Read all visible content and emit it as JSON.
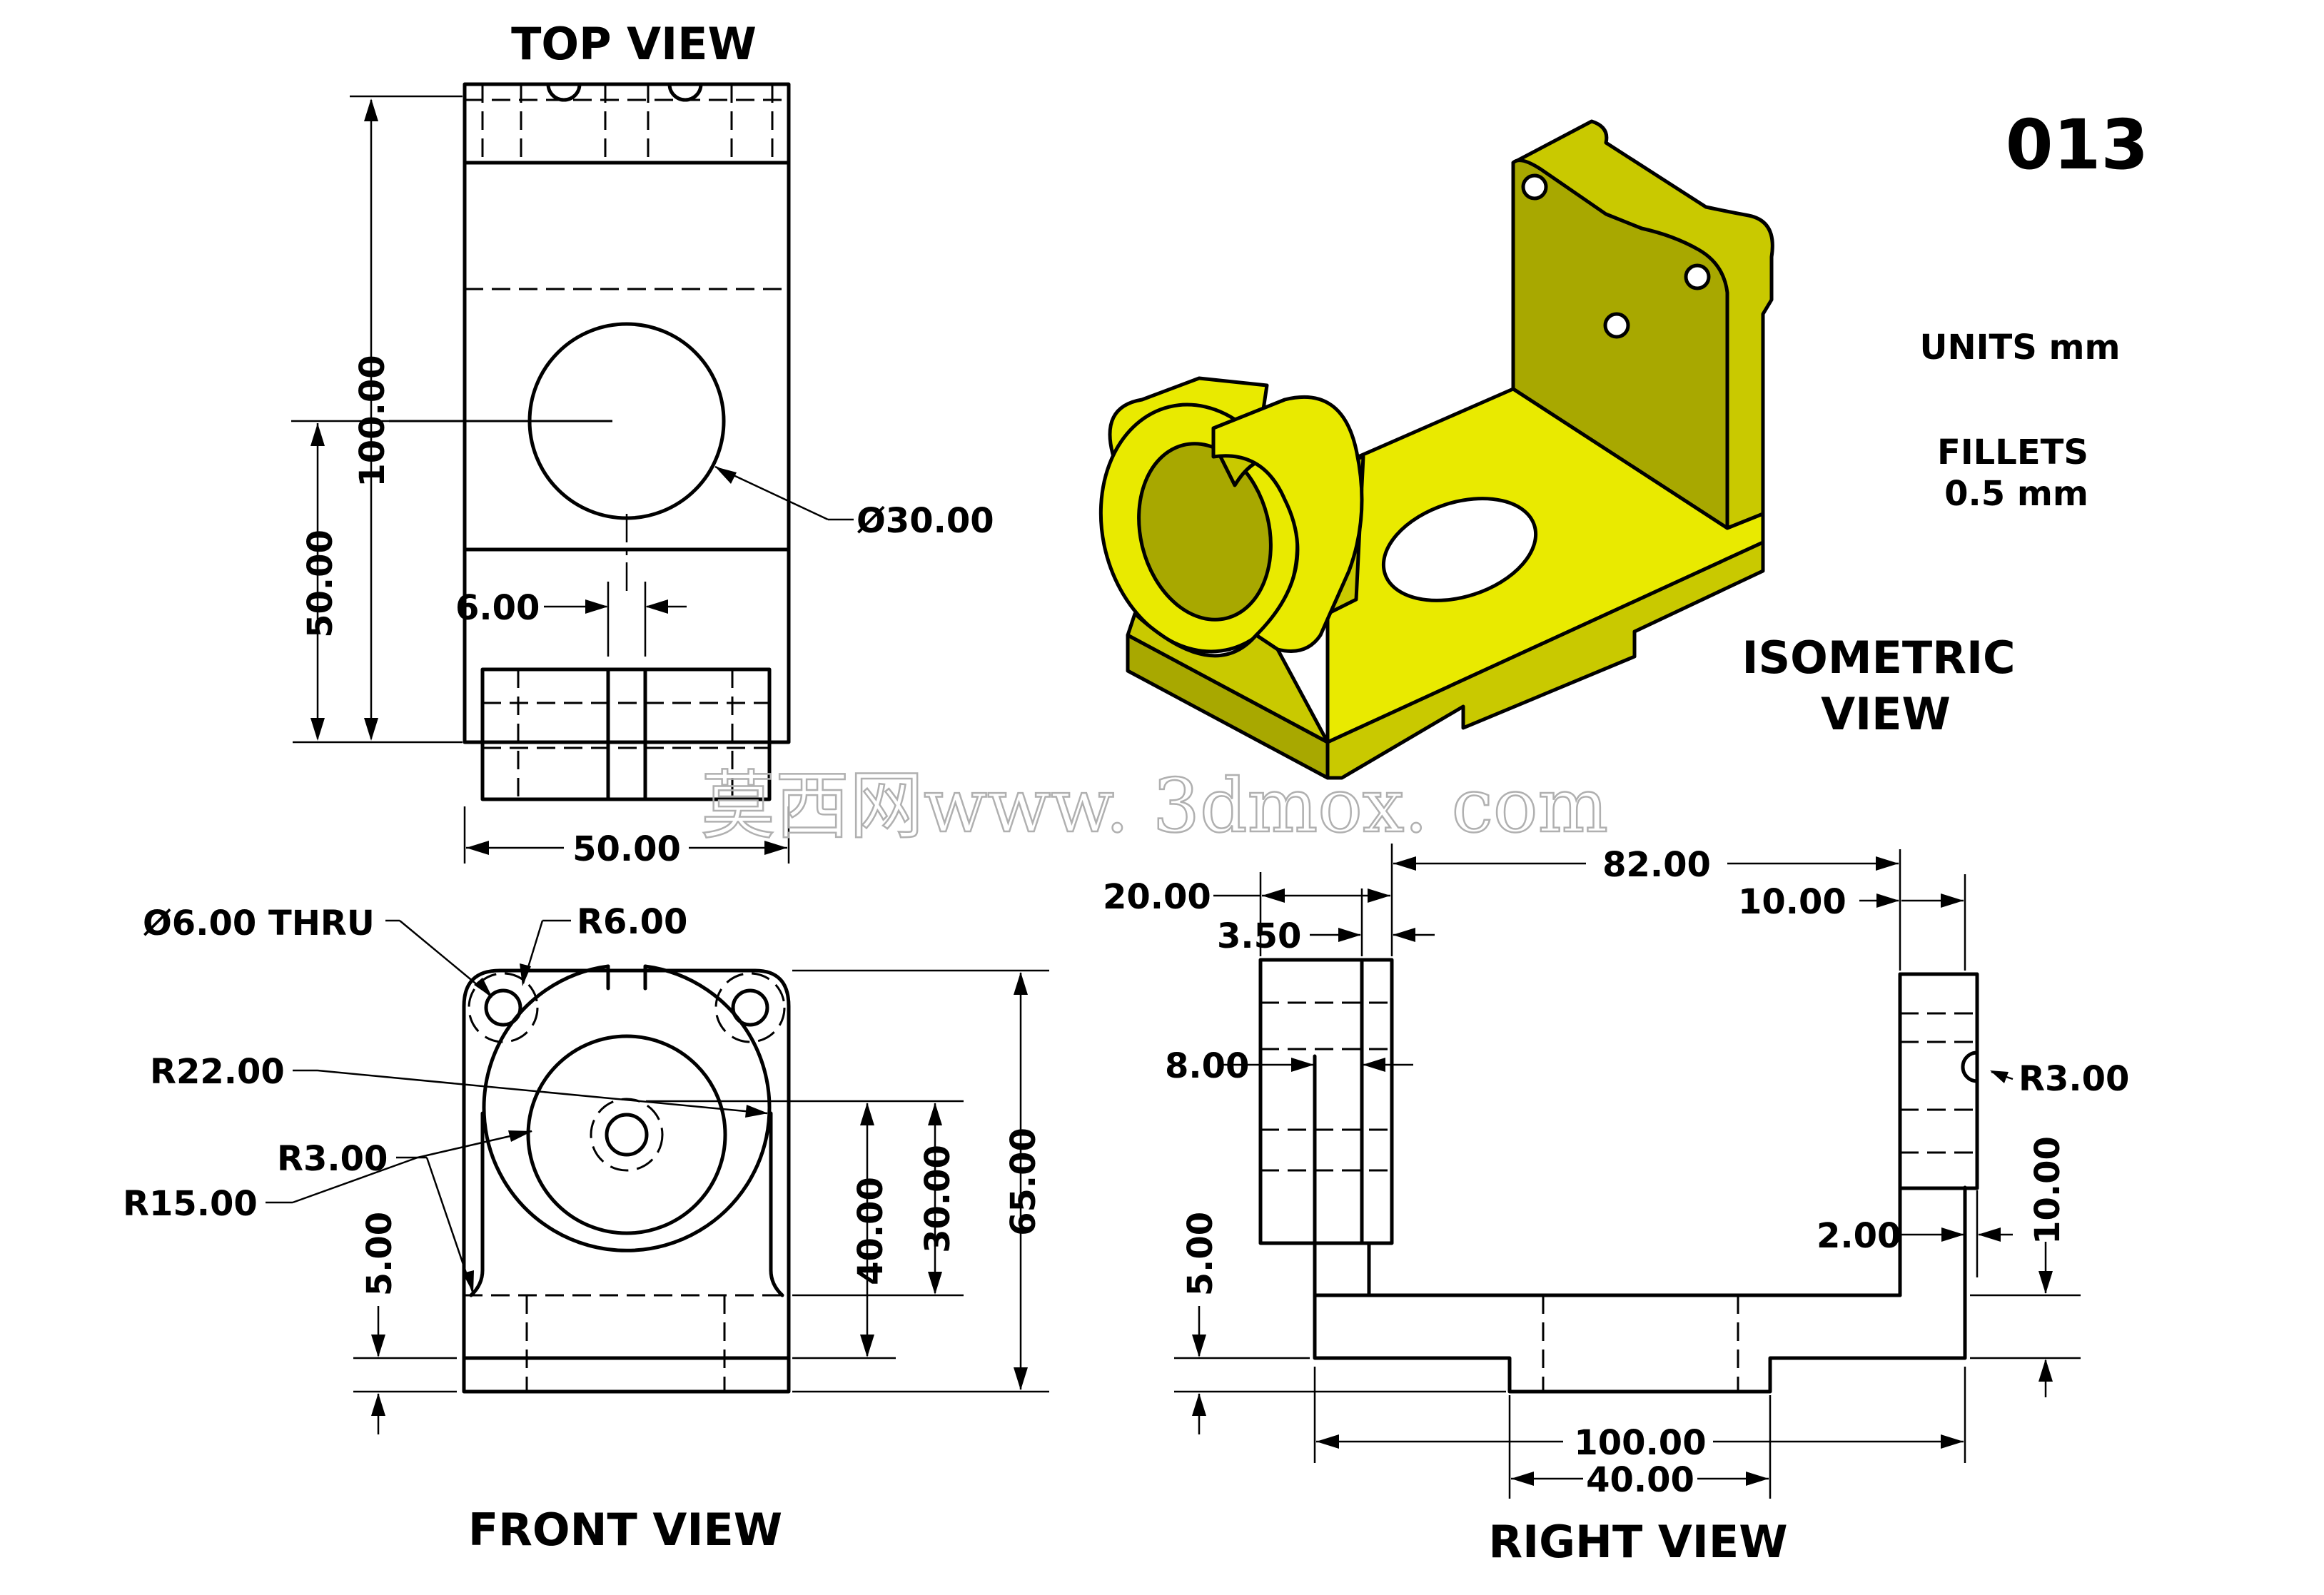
{
  "sheet": {
    "number": "013",
    "units": "UNITS mm",
    "fillets_line1": "FILLETS",
    "fillets_line2": "0.5 mm",
    "watermark": "莫西网www. 3dmox. com"
  },
  "views": {
    "top": "TOP VIEW",
    "front": "FRONT VIEW",
    "right": "RIGHT VIEW",
    "iso_line1": "ISOMETRIC",
    "iso_line2": "VIEW"
  },
  "dimensions": {
    "top": {
      "height_total": "100.00",
      "height_half": "50.00",
      "hole_diameter": "Ø30.00",
      "slot_width": "6.00",
      "width": "50.00"
    },
    "front": {
      "thru_hole": "Ø6.00 THRU",
      "r_corner": "R6.00",
      "r_outer": "R22.00",
      "r_fillet": "R3.00",
      "r_inner": "R15.00",
      "base_thickness": "5.00",
      "center_height": "40.00",
      "center_height_2": "30.00",
      "total_height": "65.00"
    },
    "right": {
      "span": "82.00",
      "clamp_width": "20.00",
      "gap": "3.50",
      "wall_thickness": "10.00",
      "slot_depth": "8.00",
      "r_notch": "R3.00",
      "plate_height": "10.00",
      "step": "2.00",
      "base": "5.00",
      "length": "100.00",
      "foot": "40.00"
    }
  }
}
